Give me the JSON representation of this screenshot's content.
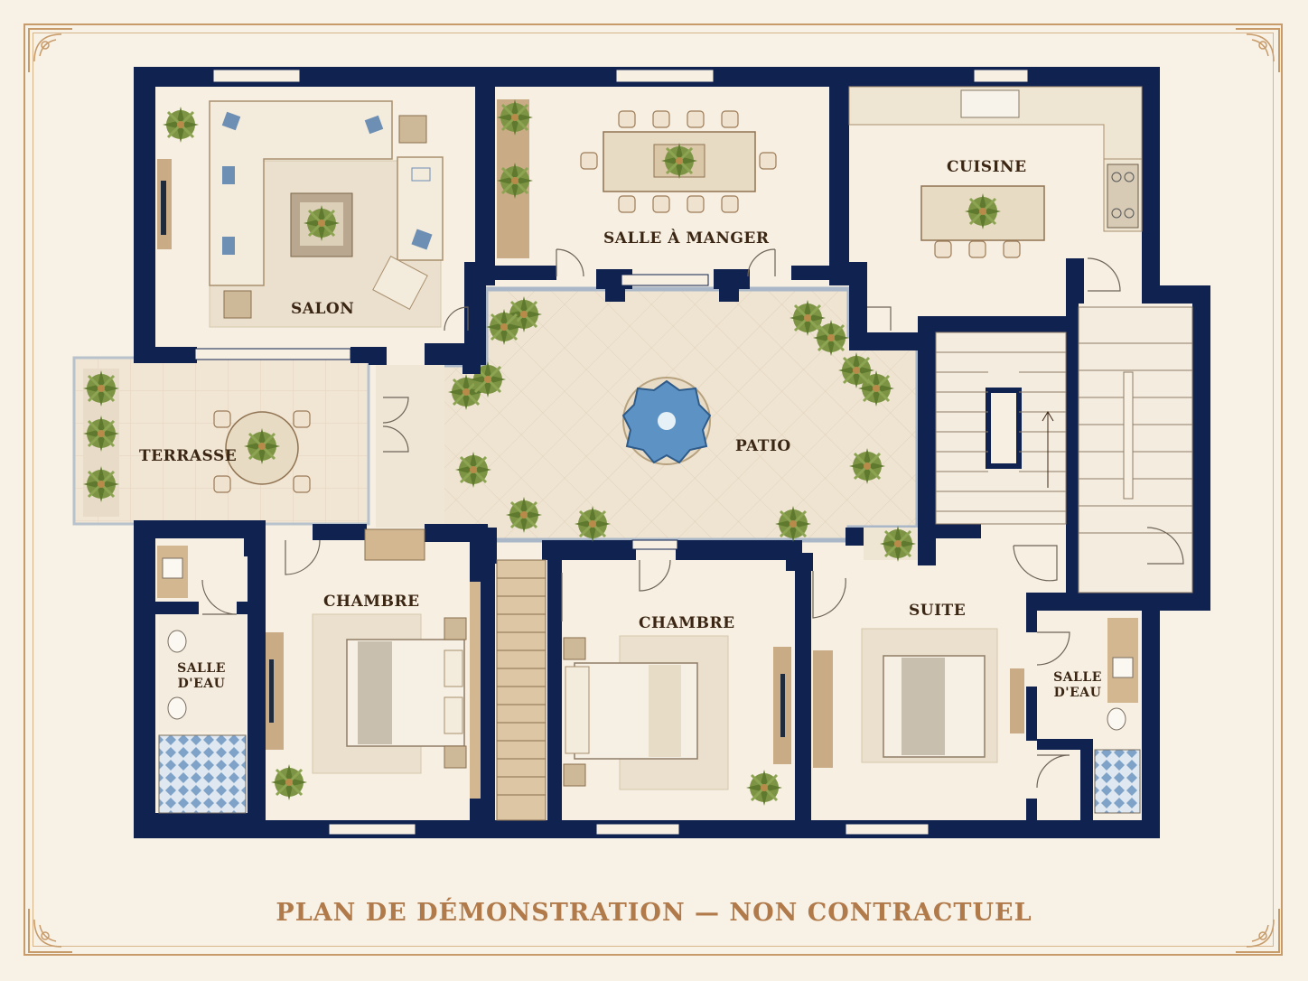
{
  "rooms": {
    "salon": "SALON",
    "salle_a_manger": "SALLE À MANGER",
    "cuisine": "CUISINE",
    "terrasse": "TERRASSE",
    "patio": "PATIO",
    "chambre_left": "CHAMBRE",
    "chambre_center": "CHAMBRE",
    "suite": "SUITE",
    "salle_eau_left": "SALLE D'EAU",
    "salle_eau_right": "SALLE D'EAU"
  },
  "footer": {
    "title": "PLAN DE DÉMONSTRATION — NON CONTRACTUEL"
  },
  "colors": {
    "wall": "#0f2250",
    "floor": "#f7efe1",
    "rug": "#ece2d1",
    "wood": "#caa983",
    "plant": "#6f8a3a",
    "water": "#5d93c4",
    "accent": "#c79b6a"
  }
}
